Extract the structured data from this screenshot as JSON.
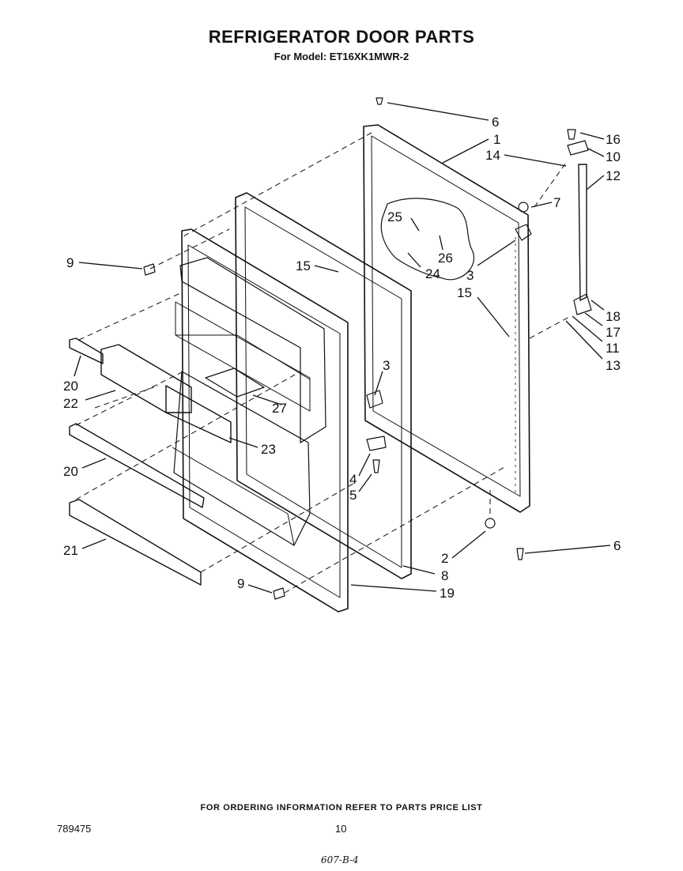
{
  "header": {
    "title": "REFRIGERATOR DOOR PARTS",
    "subtitle": "For Model: ET16XK1MWR-2"
  },
  "callouts": {
    "c6_top": "6",
    "c1": "1",
    "c16": "16",
    "c10": "10",
    "c14": "14",
    "c12": "12",
    "c7": "7",
    "c25": "25",
    "c26": "26",
    "c24": "24",
    "c9_top": "9",
    "c15_left": "15",
    "c3_upper": "3",
    "c15_right": "15",
    "c18": "18",
    "c17": "17",
    "c11": "11",
    "c13": "13",
    "c20_upper": "20",
    "c22": "22",
    "c3_lower": "3",
    "c27": "27",
    "c23": "23",
    "c20_lower": "20",
    "c4": "4",
    "c5": "5",
    "c21": "21",
    "c2": "2",
    "c6_bottom": "6",
    "c8": "8",
    "c9_bottom": "9",
    "c19": "19"
  },
  "footer": {
    "ordering_note": "FOR ORDERING INFORMATION REFER TO PARTS PRICE LIST",
    "doc_number": "789475",
    "page_number": "10",
    "handwritten": "607-B-4"
  }
}
